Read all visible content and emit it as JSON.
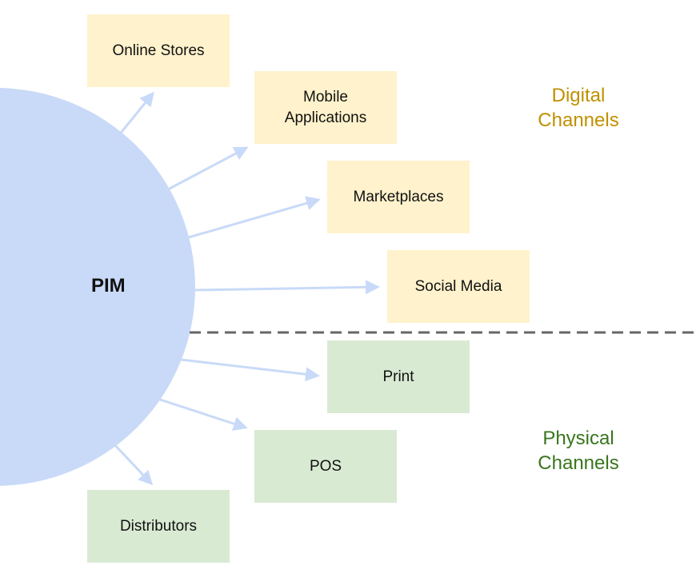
{
  "hub": {
    "label": "PIM"
  },
  "digital": {
    "label_line1": "Digital",
    "label_line2": "Channels",
    "color": "#bf9000",
    "channels": [
      {
        "label": "Online Stores"
      },
      {
        "label": "Mobile Applications"
      },
      {
        "label": "Marketplaces"
      },
      {
        "label": "Social Media"
      }
    ]
  },
  "physical": {
    "label_line1": "Physical",
    "label_line2": "Channels",
    "color": "#38761d",
    "channels": [
      {
        "label": "Print"
      },
      {
        "label": "POS"
      },
      {
        "label": "Distributors"
      }
    ]
  },
  "colors": {
    "hub": "#c9daf8",
    "digital_box": "#fff2cc",
    "physical_box": "#d9ead3",
    "divider": "#666666"
  }
}
